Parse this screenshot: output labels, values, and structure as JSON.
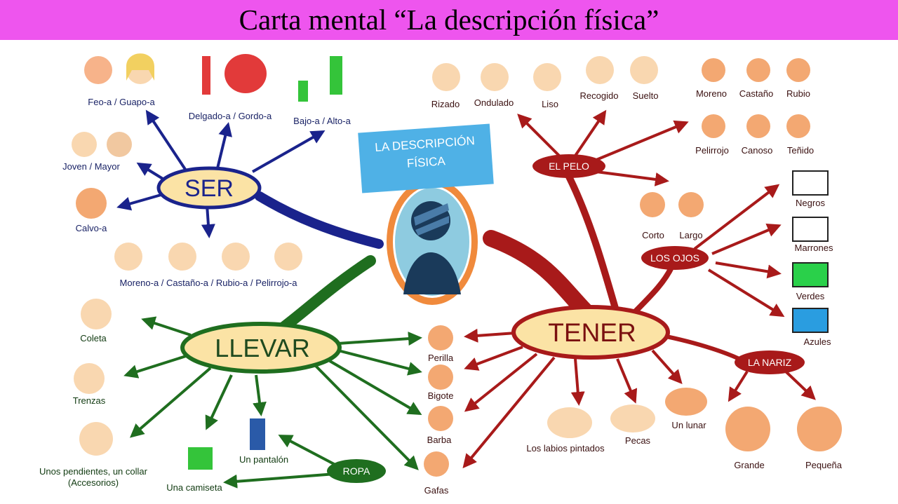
{
  "title": "Carta mental “La descripción física”",
  "center": {
    "line1": "LA DESCRIPCIÓN",
    "line2": "FÍSICA"
  },
  "nodes": {
    "ser": "SER",
    "tener": "TENER",
    "llevar": "LLEVAR",
    "el_pelo": "EL PELO",
    "los_ojos": "LOS OJOS",
    "la_nariz": "LA NARIZ",
    "ropa": "ROPA"
  },
  "ser_labels": {
    "feo": "Feo-a / Guapo-a",
    "delgado": "Delgado-a / Gordo-a",
    "bajo": "Bajo-a / Alto-a",
    "joven": "Joven / Mayor",
    "calvo": "Calvo-a",
    "moreno": "Moreno-a / Castaño-a / Rubio-a / Pelirrojo-a"
  },
  "pelo_labels": {
    "rizado": "Rizado",
    "ondulado": "Ondulado",
    "liso": "Liso",
    "recogido": "Recogido",
    "suelto": "Suelto",
    "moreno": "Moreno",
    "castano": "Castaño",
    "rubio": "Rubio",
    "pelirrojo": "Pelirrojo",
    "canoso": "Canoso",
    "tenido": "Teñido",
    "corto": "Corto",
    "largo": "Largo"
  },
  "ojos_labels": {
    "negros": "Negros",
    "marrones": "Marrones",
    "verdes": "Verdes",
    "azules": "Azules"
  },
  "tener_labels": {
    "perilla": "Perilla",
    "bigote": "Bigote",
    "barba": "Barba",
    "gafas": "Gafas",
    "labios": "Los labios pintados",
    "pecas": "Pecas",
    "lunar": "Un lunar",
    "grande": "Grande",
    "pequena": "Pequeña"
  },
  "llevar_labels": {
    "coleta": "Coleta",
    "trenzas": "Trenzas",
    "pendientes": "Unos pendientes, un collar",
    "accesorios": "(Accesorios)",
    "pantalon": "Un pantalón",
    "camiseta": "Una camiseta"
  },
  "colors": {
    "title_bg": "#ee55ee",
    "ser_branch": "#1a238c",
    "tener_branch": "#a81a1a",
    "llevar_branch": "#1f6e1f",
    "node_fill": "#fbe3a5",
    "center_box": "#4fb1e6"
  }
}
